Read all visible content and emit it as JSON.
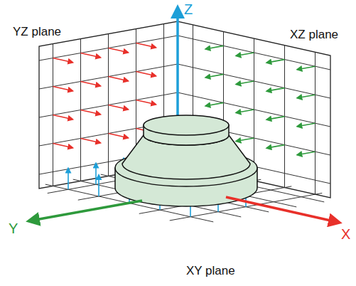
{
  "diagram": {
    "labels": [
      "Z",
      "YZ plane",
      "XZ plane",
      "Y",
      "X",
      "XY plane"
    ]
  }
}
